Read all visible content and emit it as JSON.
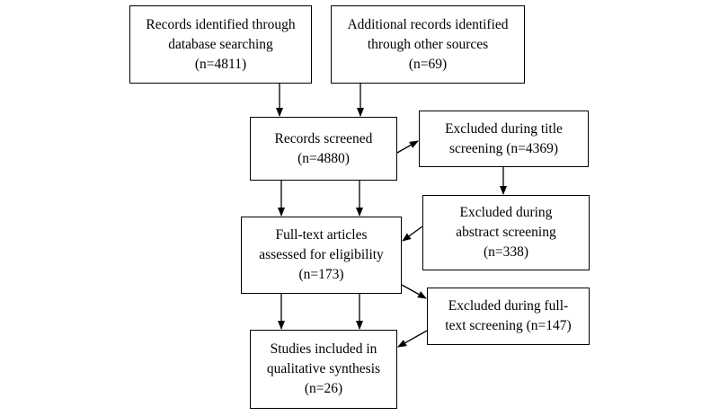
{
  "flow": {
    "identified_db": {
      "line1": "Records identified through",
      "line2": "database searching",
      "count": "(n=4811)"
    },
    "identified_other": {
      "line1": "Additional records identified",
      "line2": "through other sources",
      "count": "(n=69)"
    },
    "screened": {
      "line1": "Records screened",
      "count": "(n=4880)"
    },
    "excluded_title": {
      "line1": "Excluded during title",
      "line2": "screening (n=4369)"
    },
    "excluded_abstract": {
      "line1": "Excluded during",
      "line2": "abstract screening",
      "count": "(n=338)"
    },
    "fulltext_assessed": {
      "line1": "Full-text articles",
      "line2": "assessed for eligibility",
      "count": "(n=173)"
    },
    "excluded_fulltext": {
      "line1": "Excluded during full-",
      "line2": "text screening (n=147)"
    },
    "included": {
      "line1": "Studies included in",
      "line2": "qualitative synthesis",
      "count": "(n=26)"
    }
  },
  "colors": {
    "stroke": "#000000",
    "background": "#ffffff"
  }
}
